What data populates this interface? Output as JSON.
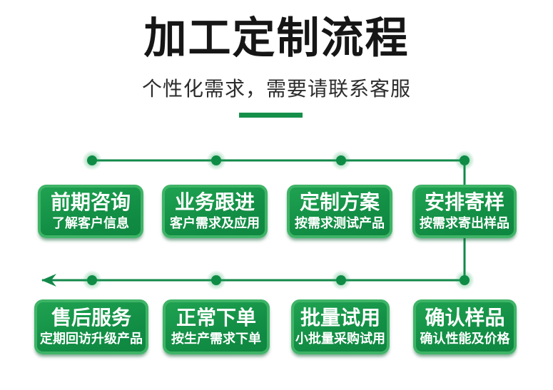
{
  "header": {
    "title": "加工定制流程",
    "subtitle": "个性化需求，需要请联系客服"
  },
  "colors": {
    "accent_green": "#15904A",
    "box_border_green": "#3FB467",
    "box_fill_green": "#128E45",
    "connector_green": "#12894A",
    "title_text": "#161616",
    "box_text": "#FFFFFF"
  },
  "flow": {
    "direction_note": "row1 left-to-right, down at right side, row2 right-to-left ending in left arrow",
    "row1": [
      {
        "title": "前期咨询",
        "desc": "了解客户信息"
      },
      {
        "title": "业务跟进",
        "desc": "客户需求及应用"
      },
      {
        "title": "定制方案",
        "desc": "按需求测试产品"
      },
      {
        "title": "安排寄样",
        "desc": "按需求寄出样品"
      }
    ],
    "row2": [
      {
        "title": "售后服务",
        "desc": "定期回访升级产品"
      },
      {
        "title": "正常下单",
        "desc": "按生产需求下单"
      },
      {
        "title": "批量试用",
        "desc": "小批量采购试用"
      },
      {
        "title": "确认样品",
        "desc": "确认性能及价格"
      }
    ]
  }
}
